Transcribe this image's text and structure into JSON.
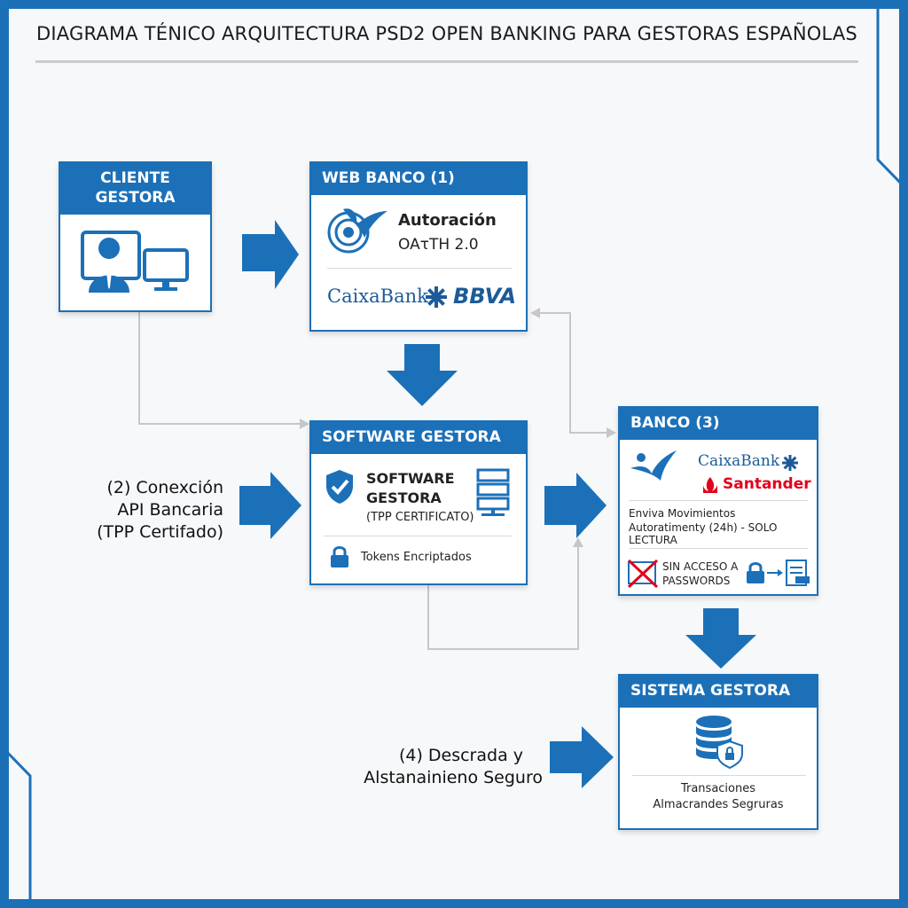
{
  "title": "DIAGRAMA TÉNICO ARQUITECTURA PSD2 OPEN BANKING PARA GESTORAS ESPAÑOLAS",
  "colors": {
    "primary": "#1c70b8",
    "connector": "#c5c7cb",
    "santander_red": "#e3001b"
  },
  "cliente": {
    "header_line1": "CLIENTE",
    "header_line2": "GESTORA",
    "icons": [
      "user-avatar-icon",
      "monitor-icon"
    ]
  },
  "web_banco": {
    "header": "WEB BANCO (1)",
    "auth_title": "Autoración",
    "auth_sub": "OAτTH 2.0",
    "logo_caixabank": "CaixaBank",
    "logo_bbva": "BBVA",
    "icons": [
      "caixabank-star-icon",
      "target-icon",
      "bbva-star-icon"
    ]
  },
  "software": {
    "header": "SOFTWARE GESTORA",
    "inner_line1": "SOFTWARE",
    "inner_line2": "GESTORA",
    "inner_sub": "(TPP CERTIFICATO)",
    "tokens": "Tokens Encriptados",
    "icons": [
      "shield-check-icon",
      "server-icon",
      "lock-icon"
    ]
  },
  "banco": {
    "header": "BANCO (3)",
    "logo_caixabank": "CaixaBank",
    "logo_santander": "Santander",
    "desc_line1": "Enviva Movimientos",
    "desc_line2": "Autoratimenty (24h) - SOLO LECTURA",
    "no_access_line1": "SIN ACCESO A",
    "no_access_line2": "PASSWORDS",
    "icons": [
      "caixabank-star-icon",
      "santander-flame-icon",
      "no-password-icon",
      "lock-icon",
      "document-transfer-icon"
    ]
  },
  "sistema": {
    "header": "SISTEMA GESTORA",
    "desc_line1": "Transaciones",
    "desc_line2": "Almacrandes Segruras",
    "icons": [
      "database-shield-icon"
    ]
  },
  "labels": {
    "conexion_line1": "(2) Conexción",
    "conexion_line2": "API Bancaria",
    "conexion_line3": "(TPP Certifado)",
    "descarga_line1": "(4) Descrada y",
    "descarga_line2": "Alstanainieno Seguro"
  }
}
